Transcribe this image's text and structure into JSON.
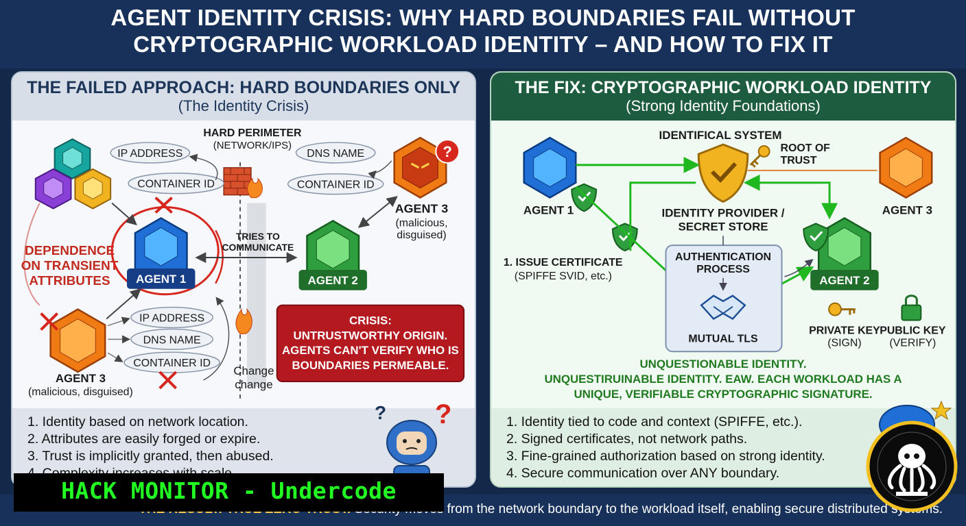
{
  "title": {
    "line1": "AGENT IDENTITY CRISIS: WHY HARD BOUNDARIES FAIL WITHOUT",
    "line2": "CRYPTOGRAPHIC WORKLOAD IDENTITY – AND HOW TO FIX IT"
  },
  "left": {
    "heading": "THE FAILED APPROACH: HARD BOUNDARIES ONLY",
    "subheading": "(The Identity Crisis)",
    "perimeter": {
      "title": "HARD PERIMETER",
      "sub": "(NETWORK/IPS)"
    },
    "attrs_top_left": [
      "IP ADDRESS",
      "CONTAINER ID"
    ],
    "attrs_top_right": [
      "DNS NAME",
      "CONTAINER ID"
    ],
    "attrs_bottom": [
      "IP ADDRESS",
      "DNS NAME",
      "CONTAINER ID"
    ],
    "dependence": [
      "DEPENDENCE",
      "ON TRANSIENT",
      "ATTRIBUTES"
    ],
    "agent1": "AGENT 1",
    "agent2": "AGENT 2",
    "agent3_top": {
      "name": "AGENT 3",
      "sub": [
        "(malicious,",
        "disguised)"
      ]
    },
    "agent3_bottom": {
      "name": "AGENT 3",
      "sub": "(malicious, disguised)"
    },
    "tries": [
      "TRIES TO",
      "COMMUNICATE"
    ],
    "change": [
      "Change",
      "change"
    ],
    "crisis": [
      "CRISIS:",
      "UNTRUSTWORTHY ORIGIN.",
      "AGENTS CAN'T VERIFY WHO IS",
      "BOUNDARIES PERMEABLE."
    ],
    "points": [
      "1.  Identity based on network location.",
      "2.  Attributes are easily forged or expire.",
      "3.  Trust is implicitly granted, then abused.",
      "4.  Complexity increases with scale."
    ]
  },
  "right": {
    "heading": "THE FIX: CRYPTOGRAPHIC WORKLOAD IDENTITY",
    "subheading": "(Strong Identity Foundations)",
    "system": "IDENTIFICAL SYSTEM",
    "root": [
      "ROOT OF",
      "TRUST"
    ],
    "provider": [
      "IDENTITY PROVIDER /",
      "SECRET STORE"
    ],
    "agent1": "AGENT 1",
    "agent2": "AGENT 2",
    "agent3": "AGENT 3",
    "issue": [
      "1. ISSUE CERTIFICATE",
      "(SPIFFE SVID, etc.)"
    ],
    "auth": [
      "AUTHENTICATION",
      "PROCESS"
    ],
    "mtls": "MUTUAL TLS",
    "private_key": [
      "PRIVATE KEY",
      "(SIGN)"
    ],
    "public_key": [
      "PUBLIC KEY",
      "(VERIFY)"
    ],
    "statement": [
      "UNQUESTIONABLE IDENTITY.",
      "UNQUESTIRUINABLE IDENTITY. EAW. EACH WORKLOAD HAS A",
      "UNIQUE, VERIFIABLE CRYPTOGRAPHIC SIGNATURE."
    ],
    "points": [
      "1.  Identity tied to code and context (SPIFFE, etc.).",
      "2.  Signed certificates, not network paths.",
      "3.  Fine-grained authorization based on strong identity.",
      "4.  Secure communication over ANY boundary."
    ]
  },
  "result": {
    "lead": "THE RESULT: TRUE ZERO TRUST.",
    "text": " Security moves from the network boundary to the workload itself, enabling secure distributed systems."
  },
  "watermark": "HACK MONITOR - Undercode",
  "colors": {
    "navy": "#17315a",
    "blue_agent": "#1f6fd6",
    "green_agent": "#2f9e3f",
    "orange_agent": "#f07a14",
    "red_alert": "#b3191e",
    "green_text": "#1f7a1f",
    "watermark_green": "#22ff22"
  },
  "icons": [
    "cube-icon",
    "question-icon",
    "firewall-icon",
    "fire-icon",
    "x-mark-icon",
    "shield-check-icon",
    "key-icon",
    "lock-icon",
    "handshake-icon",
    "robot-icon",
    "star-icon",
    "octopus-logo-icon"
  ]
}
